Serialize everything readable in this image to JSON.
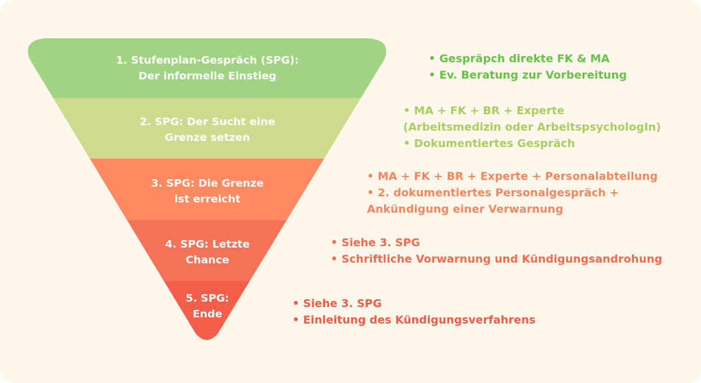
{
  "diagram": {
    "type": "inverted-funnel",
    "colors": {
      "background": "#fdf7ec",
      "layer1": "#a2d284",
      "layer2": "#ccdb8d",
      "layer3": "#ff8a62",
      "layer4": "#f47257",
      "layer5": "#f35e4a",
      "text1": "#6abf4b",
      "text2": "#a9cd5e",
      "text3": "#ff855f",
      "text4": "#f9694d",
      "text5": "#f15b46"
    },
    "layers": [
      {
        "label_line1": "1. Stufenplan-Gespräch (SPG):",
        "label_line2": "Der informelle Einstieg",
        "notes": [
          "• Gespräpch direkte FK & MA",
          "• Ev. Beratung zur Vorbereitung"
        ]
      },
      {
        "label_line1": "2. SPG: Der Sucht eine",
        "label_line2": "Grenze setzen",
        "notes": [
          "• MA + FK + BR + Experte",
          "(Arbeitsmedizin oder ArbeitspsychologIn)",
          "• Dokumentiertes Gespräch"
        ]
      },
      {
        "label_line1": "3. SPG: Die Grenze",
        "label_line2": "ist erreicht",
        "notes": [
          "• MA + FK + BR + Experte + Personalabteilung",
          "• 2. dokumentiertes Personalgespräch +",
          "Ankündigung einer Verwarnung"
        ]
      },
      {
        "label_line1": "4. SPG: Letzte",
        "label_line2": "Chance",
        "notes": [
          "• Siehe 3. SPG",
          "• Schriftliche Vorwarnung und Kündigungsandrohung"
        ]
      },
      {
        "label_line1": "5. SPG:",
        "label_line2": "Ende",
        "notes": [
          "• Siehe 3. SPG",
          "• Einleitung des Kündigungsverfahrens"
        ]
      }
    ]
  }
}
